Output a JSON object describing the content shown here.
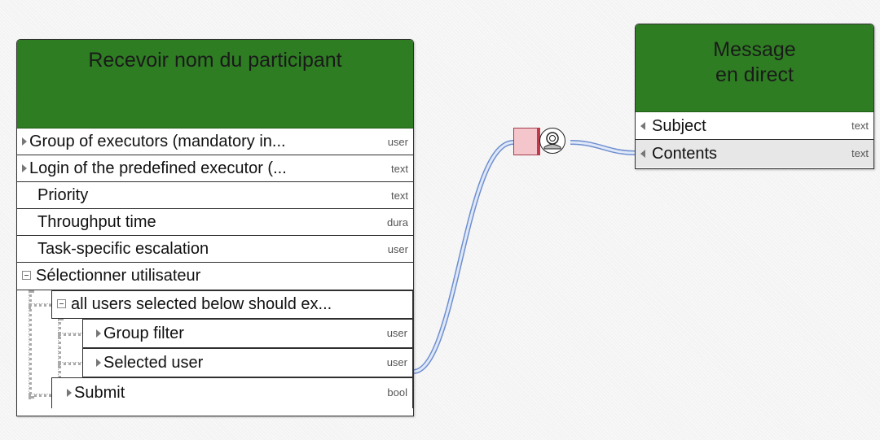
{
  "left_node": {
    "title": "Recevoir nom du participant",
    "rows": [
      {
        "label": "Group of executors (mandatory in...",
        "type": "user"
      },
      {
        "label": "Login of the predefined executor (...",
        "type": "text"
      },
      {
        "label": "Priority",
        "type": "text"
      },
      {
        "label": "Throughput time",
        "type": "dura"
      },
      {
        "label": "Task-specific escalation",
        "type": "user"
      },
      {
        "label": "Sélectionner utilisateur",
        "type": ""
      },
      {
        "label": "all users selected below should ex...",
        "type": ""
      },
      {
        "label": "Group filter",
        "type": "user"
      },
      {
        "label": "Selected user",
        "type": "user"
      },
      {
        "label": "Submit",
        "type": "bool"
      }
    ]
  },
  "right_node": {
    "title_line1": "Message",
    "title_line2": "en direct",
    "rows": [
      {
        "label": "Subject",
        "type": "text"
      },
      {
        "label": "Contents",
        "type": "text"
      }
    ]
  },
  "colors": {
    "header_green": "#2e7d22",
    "connector_blue": "#8fa8d8",
    "mapping_pink": "#f4c6cc"
  },
  "icons": [
    "expand-triangle-icon",
    "collapse-box-icon",
    "user-mapping-icon",
    "input-arrow-icon"
  ]
}
